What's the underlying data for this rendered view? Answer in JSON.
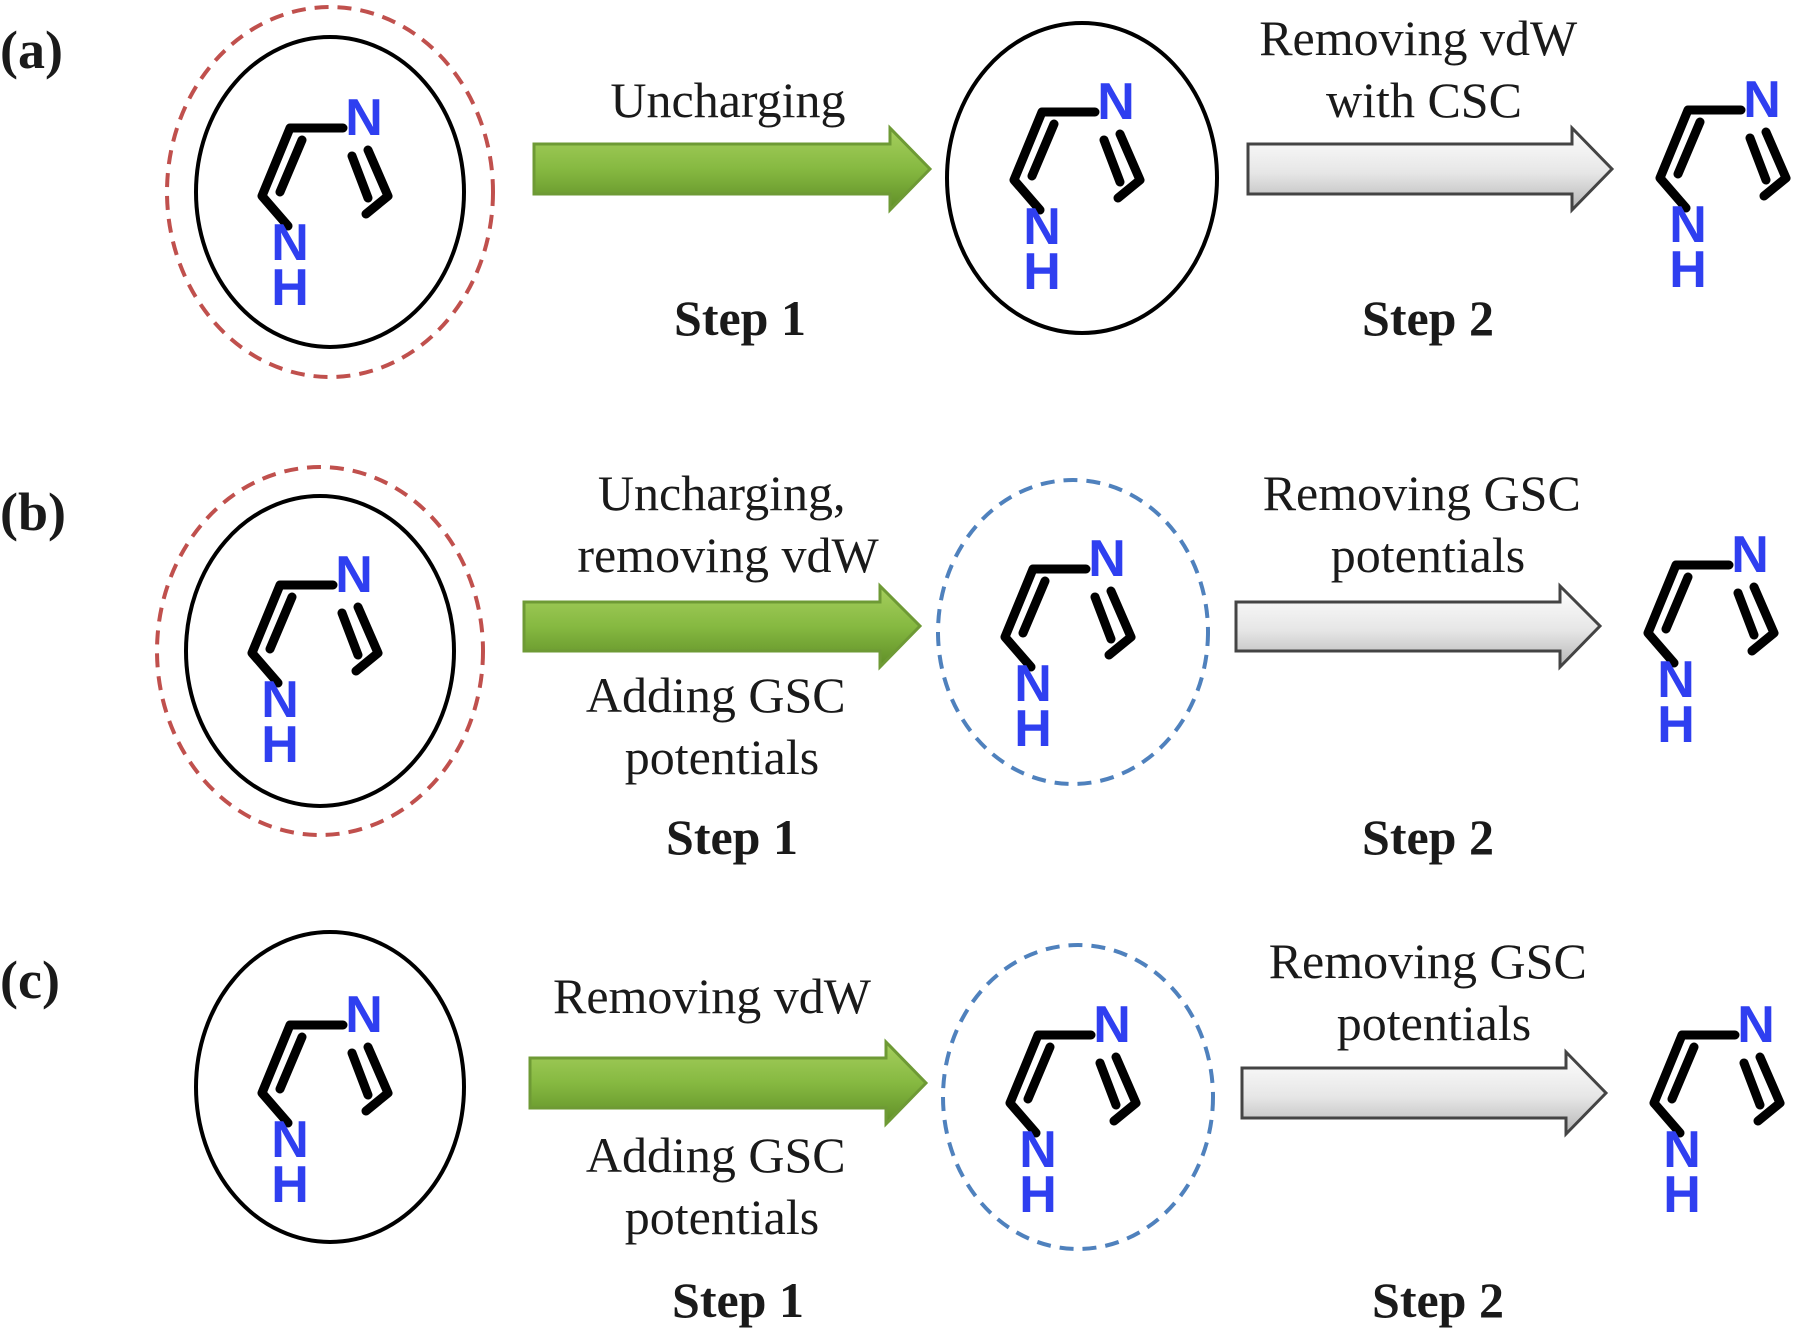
{
  "colors": {
    "arrow_green": "#7fb03c",
    "arrow_gray": "#e3e3e3",
    "dashed_red": "#c0504d",
    "dashed_blue": "#4f81bd",
    "atom_blue": "#2f3ff0"
  },
  "atoms": {
    "n": "N",
    "h": "H"
  },
  "rows": [
    {
      "label": "(a)",
      "step1_top": [
        "Uncharging"
      ],
      "step1_bottom": [],
      "step1_name": "Step 1",
      "step2_top": [
        "Removing vdW",
        "with CSC"
      ],
      "step2_name": "Step 2"
    },
    {
      "label": "(b)",
      "step1_top": [
        "Uncharging,",
        "removing vdW"
      ],
      "step1_bottom": [
        "Adding GSC",
        "potentials"
      ],
      "step1_name": "Step 1",
      "step2_top": [
        "Removing GSC",
        "potentials"
      ],
      "step2_name": "Step 2"
    },
    {
      "label": "(c)",
      "step1_top": [
        "Removing vdW"
      ],
      "step1_bottom": [
        "Adding GSC",
        "potentials"
      ],
      "step1_name": "Step 1",
      "step2_top": [
        "Removing GSC",
        "potentials"
      ],
      "step2_name": "Step 2"
    }
  ]
}
